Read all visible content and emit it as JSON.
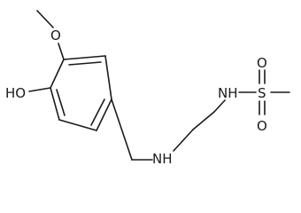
{
  "molecule": {
    "atoms": {
      "methoxy_oxygen": "O",
      "hydroxyl": "HO",
      "amine": "NH",
      "sulfonamide_nitrogen": "NH",
      "sulfonyl_sulfur": "S",
      "sulfonyl_oxygen_top": "O",
      "sulfonyl_oxygen_bottom": "O"
    }
  }
}
